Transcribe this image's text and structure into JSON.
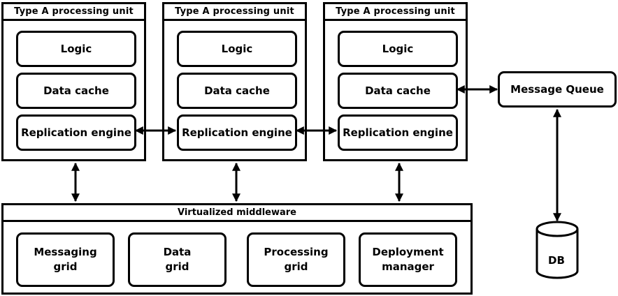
{
  "units": [
    {
      "title": "Type A processing unit",
      "logic": "Logic",
      "cache": "Data cache",
      "replication": "Replication engine"
    },
    {
      "title": "Type A processing unit",
      "logic": "Logic",
      "cache": "Data cache",
      "replication": "Replication engine"
    },
    {
      "title": "Type A processing unit",
      "logic": "Logic",
      "cache": "Data cache",
      "replication": "Replication engine"
    }
  ],
  "middleware": {
    "title": "Virtualized middleware",
    "components": [
      {
        "line1": "Messaging",
        "line2": "grid"
      },
      {
        "line1": "Data",
        "line2": "grid"
      },
      {
        "line1": "Processing",
        "line2": "grid"
      },
      {
        "line1": "Deployment",
        "line2": "manager"
      }
    ]
  },
  "message_queue": "Message Queue",
  "database": "DB"
}
